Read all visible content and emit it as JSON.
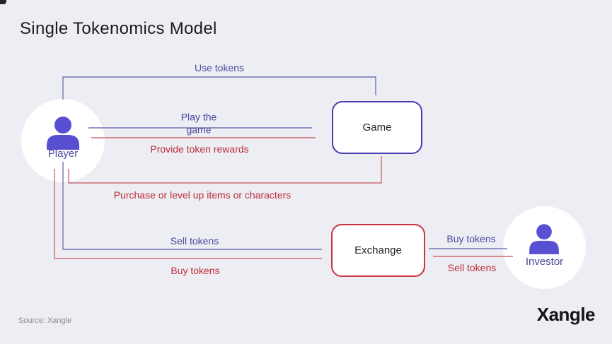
{
  "slide": {
    "title": "Single Tokenomics Model",
    "source_note": "Source: Xangle",
    "brand_logo": "Xangle"
  },
  "colors": {
    "background": "#edeef3",
    "purple_accent": "#4b489e",
    "red_accent": "#bd2d3a",
    "icon_purple": "#584fd2",
    "game_border": "#4a3caf",
    "exchange_border": "#c93442"
  },
  "nodes": {
    "player": {
      "label": "Player",
      "shape": "circle",
      "icon": "person-icon"
    },
    "game": {
      "label": "Game",
      "shape": "rounded-box"
    },
    "exchange": {
      "label": "Exchange",
      "shape": "rounded-box"
    },
    "investor": {
      "label": "Investor",
      "shape": "circle",
      "icon": "person-icon"
    }
  },
  "edges": {
    "use_tokens": {
      "label": "Use tokens",
      "from": "Player",
      "to": "Game",
      "color": "purple"
    },
    "play_the_game": {
      "label": "Play the game",
      "from": "Player",
      "to": "Game",
      "color": "purple"
    },
    "provide_token_rewards": {
      "label": "Provide token rewards",
      "from": "Game",
      "to": "Player",
      "color": "red"
    },
    "purchase_items": {
      "label": "Purchase or level up items or characters",
      "from": "Game",
      "to": "Player",
      "color": "red"
    },
    "sell_tokens_player": {
      "label": "Sell tokens",
      "from": "Player",
      "to": "Exchange",
      "color": "purple"
    },
    "buy_tokens_player": {
      "label": "Buy tokens",
      "from": "Exchange",
      "to": "Player",
      "color": "red"
    },
    "buy_tokens_investor": {
      "label": "Buy tokens",
      "from": "Exchange",
      "to": "Investor",
      "color": "purple"
    },
    "sell_tokens_investor": {
      "label": "Sell tokens",
      "from": "Investor",
      "to": "Exchange",
      "color": "red"
    }
  }
}
